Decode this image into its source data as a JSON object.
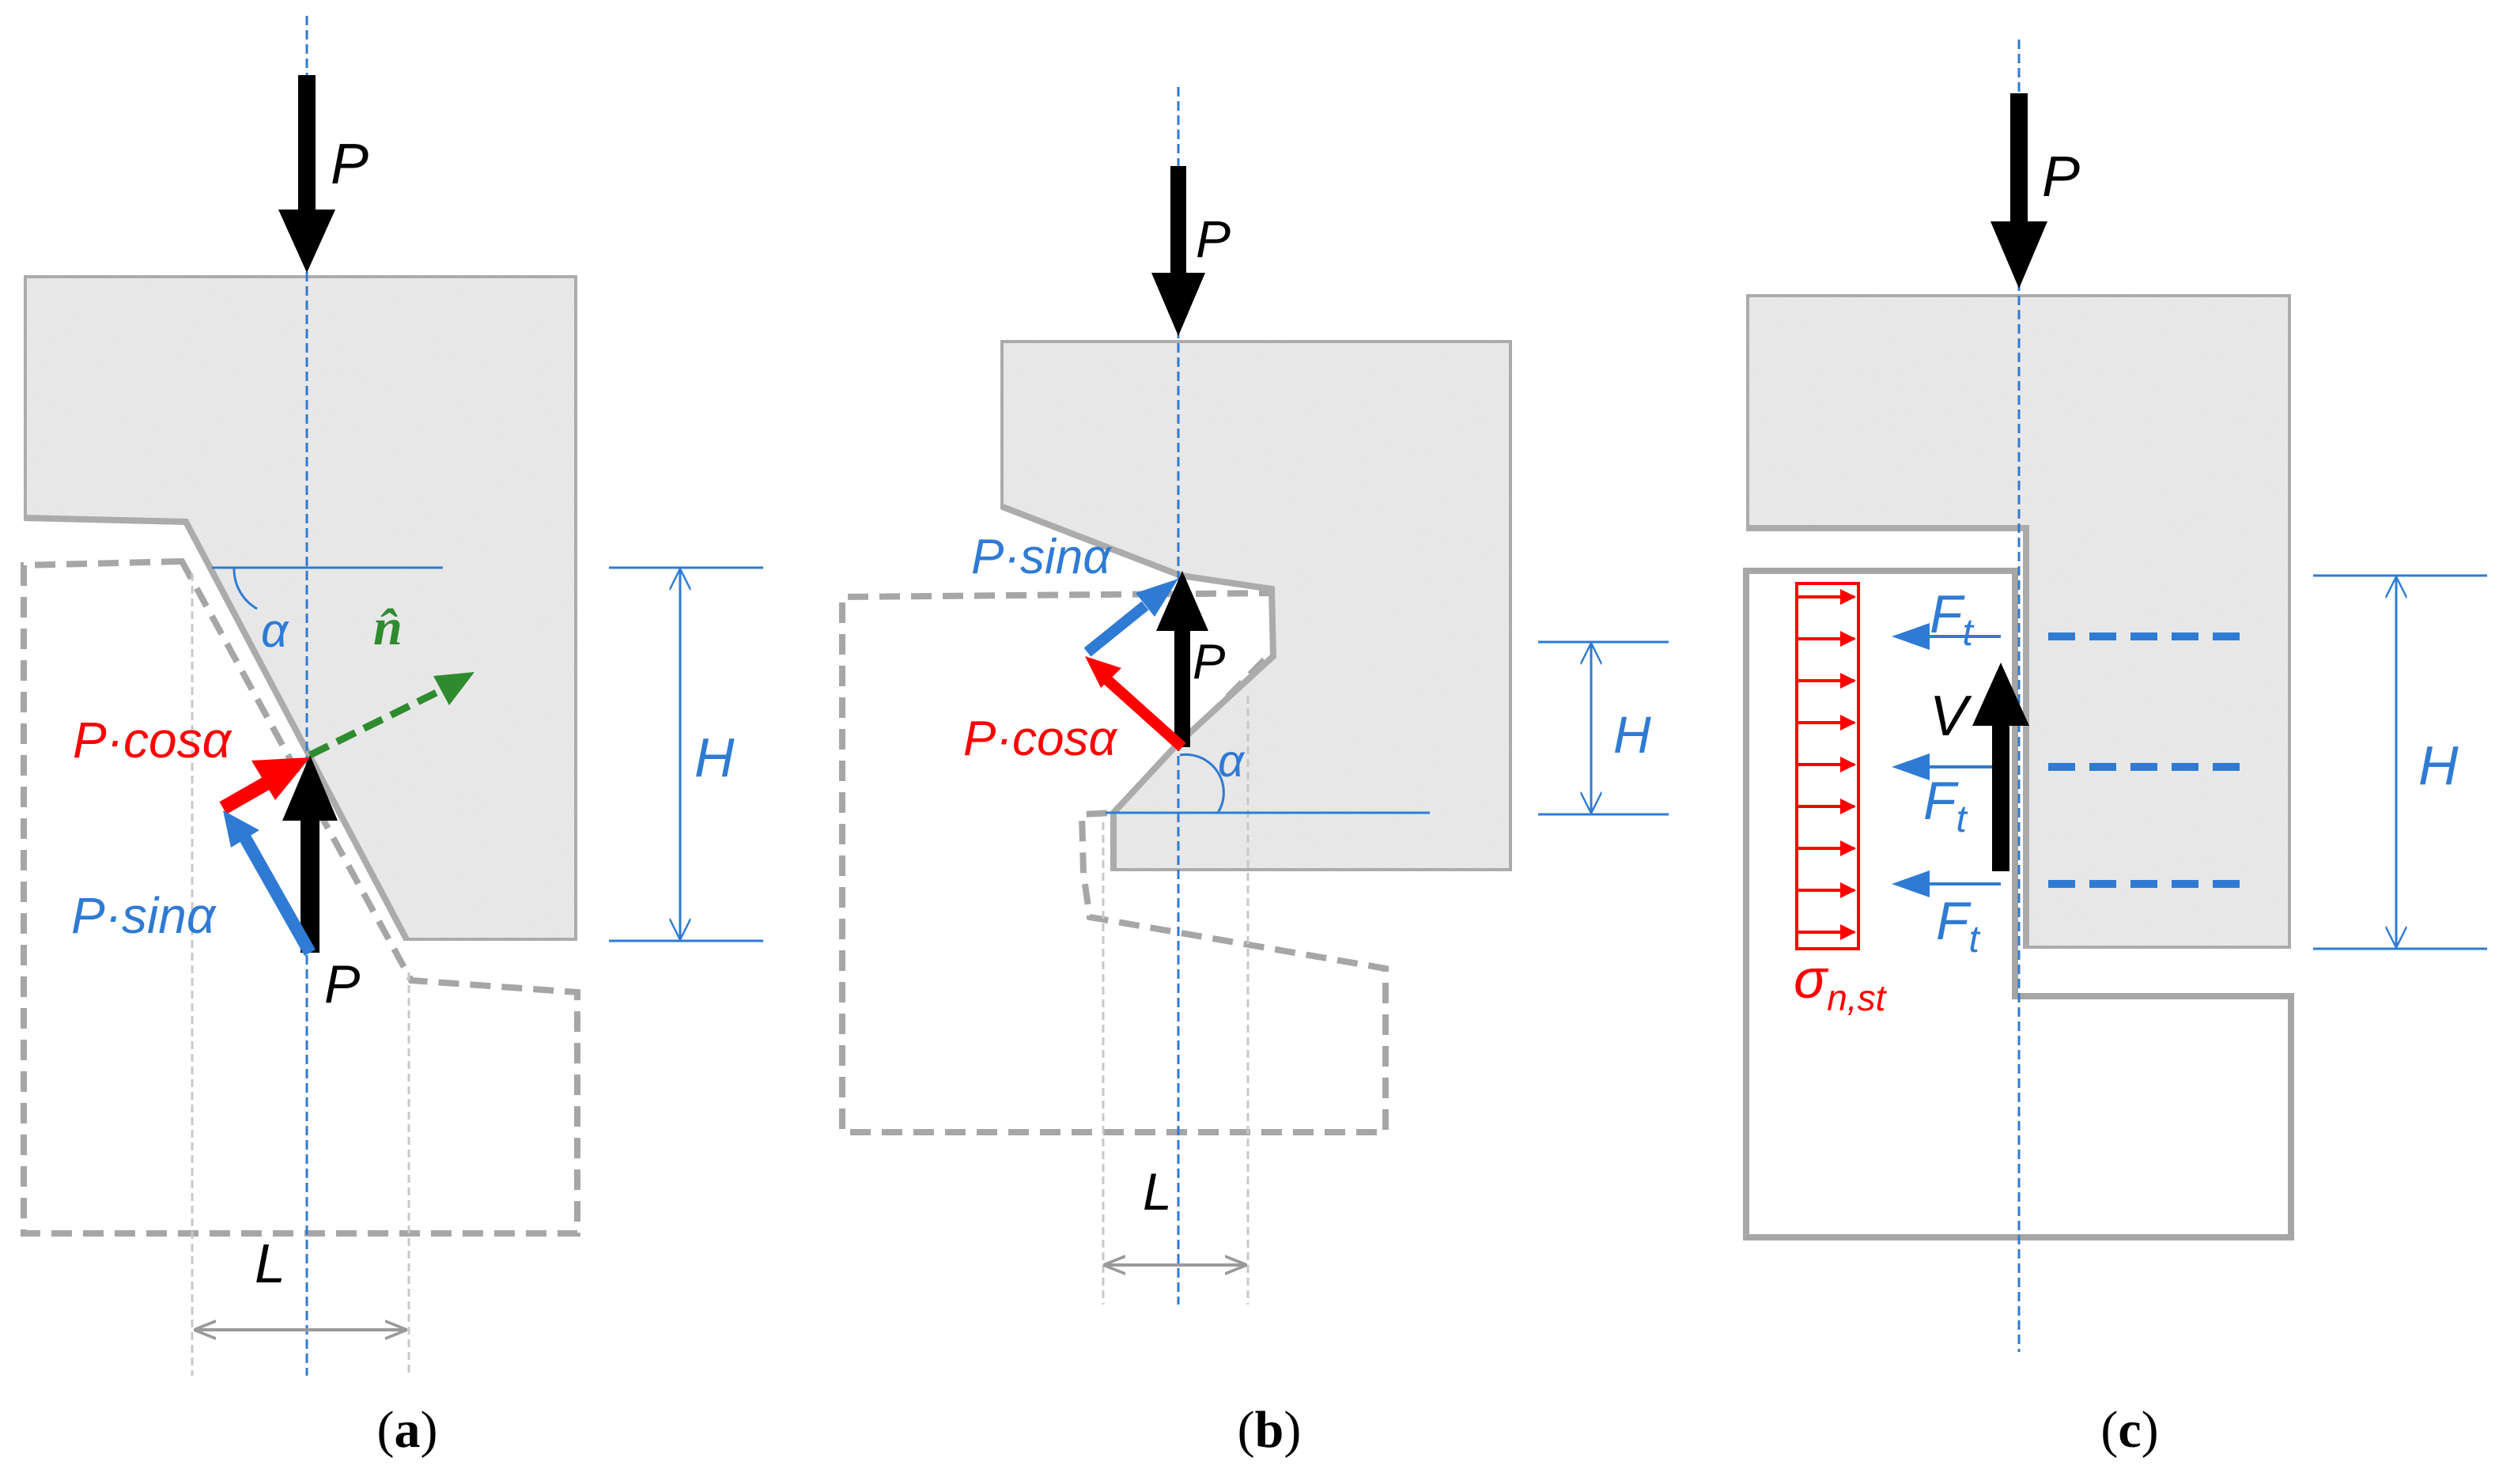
{
  "colors": {
    "black": "#000000",
    "red": "#ff0000",
    "blue": "#2f7bd4",
    "dimension": "#2f7bd4",
    "green": "#2e8b2e",
    "concrete": "#eeeeee",
    "outline": "#a6a6a6",
    "guide": "#9a9a9a"
  },
  "panel_a": {
    "caption_open": "(",
    "caption_letter": "a",
    "caption_close": ")",
    "load_label": "P",
    "reaction_label": "P",
    "cos_label": "P·cosα",
    "sin_label": "P·sinα",
    "normal_label": "n̂",
    "angle_label": "α",
    "height_label": "H",
    "length_label": "L"
  },
  "panel_b": {
    "caption_open": "(",
    "caption_letter": "b",
    "caption_close": ")",
    "load_label": "P",
    "reaction_label": "P",
    "sin_label": "P·sinα",
    "cos_label": "P·cosα",
    "angle_label": "α",
    "height_label": "H",
    "length_label": "L"
  },
  "panel_c": {
    "caption_open": "(",
    "caption_letter": "c",
    "caption_close": ")",
    "load_label": "P",
    "shear_label": "V",
    "force_symbol": "F",
    "force_subscript": "t",
    "stress_symbol": "σ",
    "stress_subscript": "n,st",
    "height_label": "H"
  }
}
